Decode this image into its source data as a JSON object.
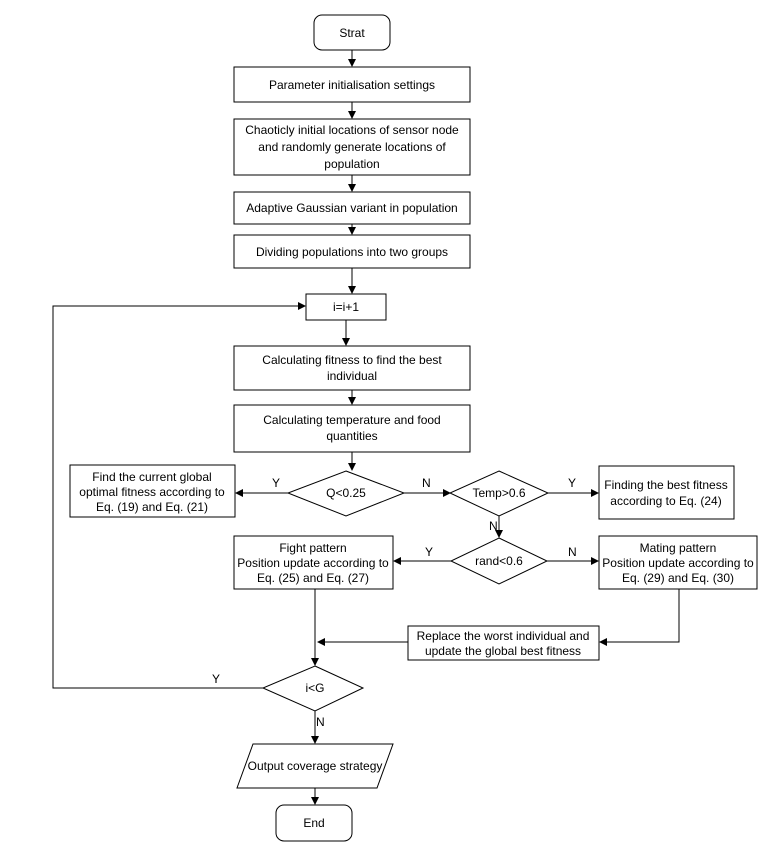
{
  "nodes": {
    "start": "Strat",
    "param_init": "Parameter initialisation settings",
    "chaotic_init": [
      "Chaoticly initial locations of sensor node",
      "and randomly generate locations of",
      "population"
    ],
    "gaussian": "Adaptive Gaussian variant in population",
    "dividing": "Dividing populations into two groups",
    "increment": "i=i+1",
    "calc_fitness": [
      "Calculating fitness to find the best",
      "individual"
    ],
    "calc_temp": [
      "Calculating temperature and food",
      "quantities"
    ],
    "q_decision": "Q<0.25",
    "find_global": [
      "Find the current global",
      "optimal fitness according to",
      "Eq. (19) and Eq. (21)"
    ],
    "temp_decision": "Temp>0.6",
    "best_fitness": [
      "Finding the best fitness",
      "according to Eq. (24)"
    ],
    "rand_decision": "rand<0.6",
    "fight": [
      "Fight pattern",
      "Position update according to",
      "Eq. (25) and Eq. (27)"
    ],
    "mating": [
      "Mating pattern",
      "Position update according to",
      "Eq. (29) and Eq. (30)"
    ],
    "replace": [
      "Replace the worst individual and",
      "update the global best fitness"
    ],
    "g_decision": "i<G",
    "output": "Output coverage strategy",
    "end": "End"
  },
  "edge_labels": {
    "q_yes": "Y",
    "q_no": "N",
    "temp_yes": "Y",
    "temp_no": "N",
    "rand_yes": "Y",
    "rand_no": "N",
    "g_yes": "Y",
    "g_no": "N"
  }
}
